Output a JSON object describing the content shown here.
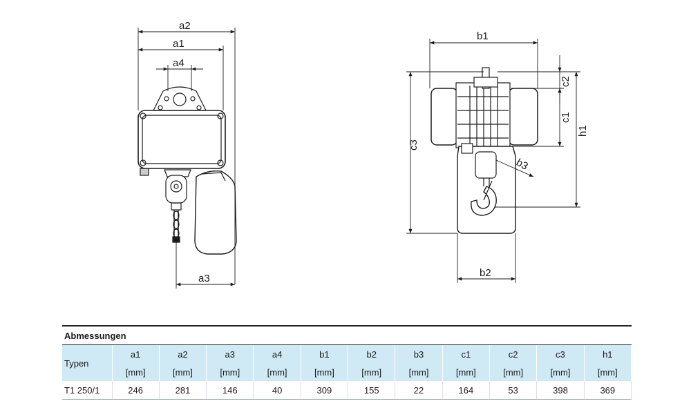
{
  "drawing": {
    "labels": {
      "a1": "a1",
      "a2": "a2",
      "a3": "a3",
      "a4": "a4",
      "b1": "b1",
      "b2": "b2",
      "b3": "b3",
      "c1": "c1",
      "c2": "c2",
      "c3": "c3",
      "h1": "h1"
    }
  },
  "table": {
    "title": "Abmessungen",
    "row_header": "Typen",
    "columns": [
      "a1",
      "a2",
      "a3",
      "a4",
      "b1",
      "b2",
      "b3",
      "c1",
      "c2",
      "c3",
      "h1"
    ],
    "unit": "[mm]",
    "rows": [
      {
        "type": "T1 250/1",
        "values": [
          "246",
          "281",
          "146",
          "40",
          "309",
          "155",
          "22",
          "164",
          "53",
          "398",
          "369"
        ]
      }
    ]
  }
}
